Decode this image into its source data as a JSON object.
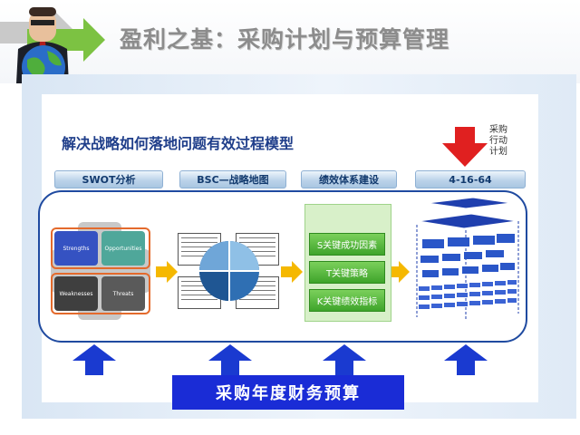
{
  "header": {
    "title": "盈利之基：采购计划与预算管理"
  },
  "model": {
    "title": "解决战略如何落地问题有效过程模型",
    "side_label": "采购\n行动\n计划",
    "stages": [
      "SWOT分析",
      "BSC—战略地图",
      "绩效体系建设",
      "4-16-64"
    ]
  },
  "swot": {
    "cells": [
      "Strengths",
      "Opportunities",
      "Weaknesses",
      "Threats"
    ]
  },
  "kpi": {
    "items": [
      "S关键成功因素",
      "T关键策略",
      "K关键绩效指标"
    ]
  },
  "footer": {
    "budget_label": "采购年度财务预算"
  },
  "colors": {
    "accent_blue": "#1a2cd6",
    "frame_blue": "#1f4aa0",
    "red_arrow": "#e02020",
    "orange_arrow": "#f5b800",
    "green": "#3ea42b"
  }
}
